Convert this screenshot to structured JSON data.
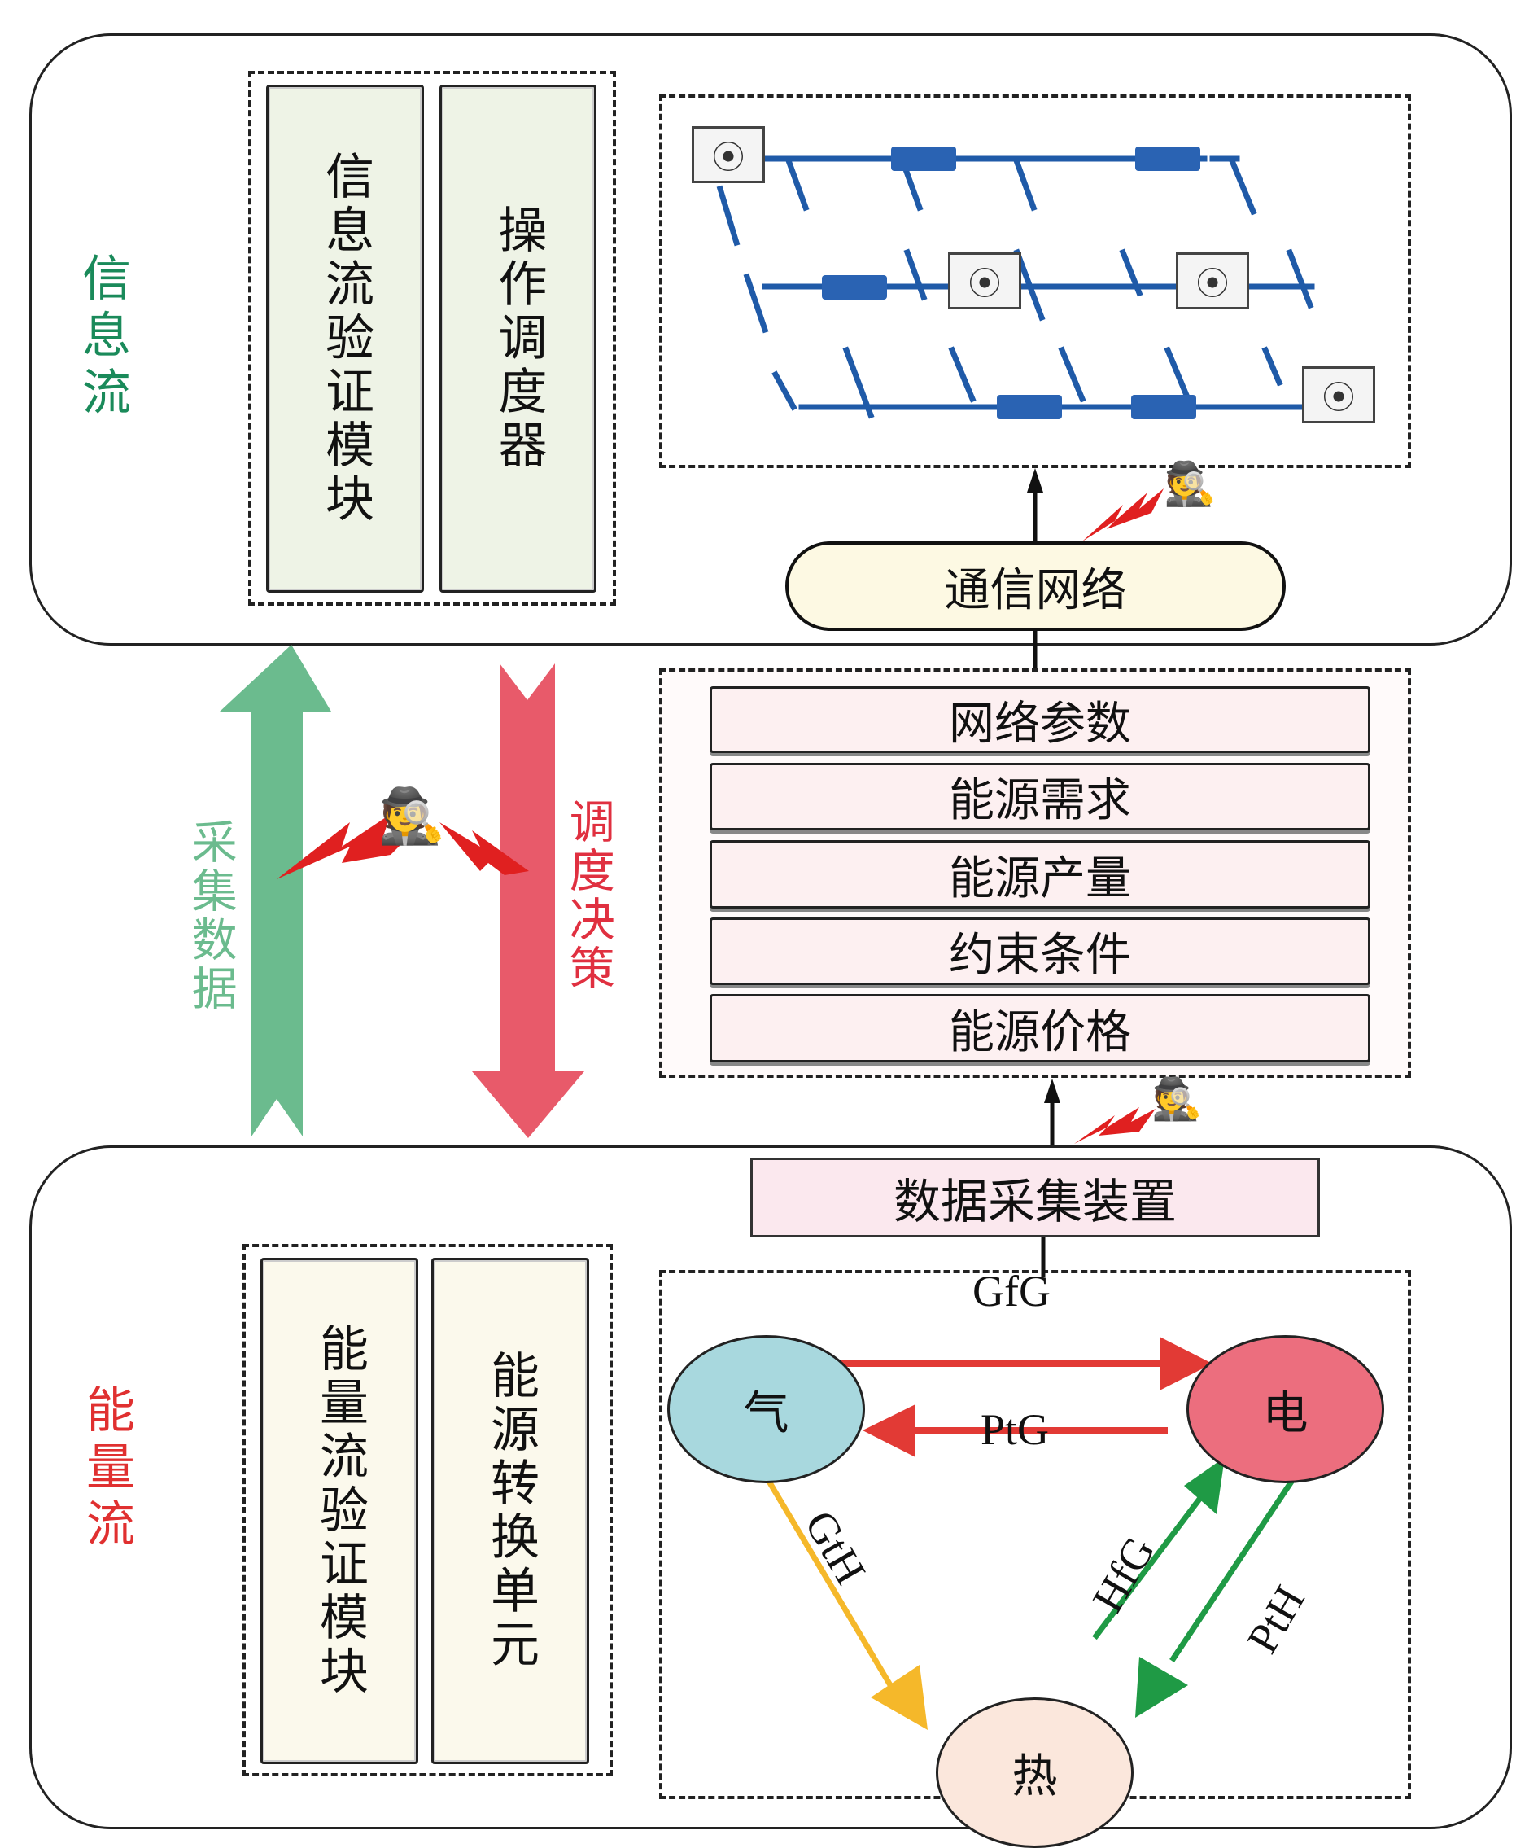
{
  "information_flow": {
    "title": "信息流",
    "title_color": "#1a8a5a",
    "modules": [
      "信息流验证模块",
      "操作调度器"
    ],
    "network": {
      "devices": [
        "terminal",
        "router",
        "router",
        "router",
        "terminal",
        "terminal",
        "router",
        "router",
        "terminal"
      ]
    },
    "cloud_label": "通信网络"
  },
  "middle": {
    "collect_arrow_label": "采集数据",
    "collect_color": "#6bbb8e",
    "dispatch_arrow_label": "调度决策",
    "dispatch_color": "#e85a6a",
    "parameters": [
      "网络参数",
      "能源需求",
      "能源产量",
      "约束条件",
      "能源价格"
    ]
  },
  "energy_flow": {
    "title": "能量流",
    "title_color": "#e03030",
    "modules": [
      "能量流验证模块",
      "能源转换单元"
    ],
    "collector_label": "数据采集装置",
    "nodes": {
      "gas": {
        "label": "气",
        "color": "#a8d8de"
      },
      "power": {
        "label": "电",
        "color": "#ec6e7e"
      },
      "heat": {
        "label": "热",
        "color": "#fbe7dc"
      }
    },
    "links": [
      {
        "label": "GfG",
        "from": "gas",
        "to": "power",
        "color": "#e23a35"
      },
      {
        "label": "PtG",
        "from": "power",
        "to": "gas",
        "color": "#e23a35"
      },
      {
        "label": "GtH",
        "from": "gas",
        "to": "heat",
        "color": "#f5b82a"
      },
      {
        "label": "HfG",
        "from": "heat",
        "to": "power",
        "color": "#1f9a45"
      },
      {
        "label": "PtH",
        "from": "power",
        "to": "heat",
        "color": "#1f9a45"
      }
    ]
  }
}
